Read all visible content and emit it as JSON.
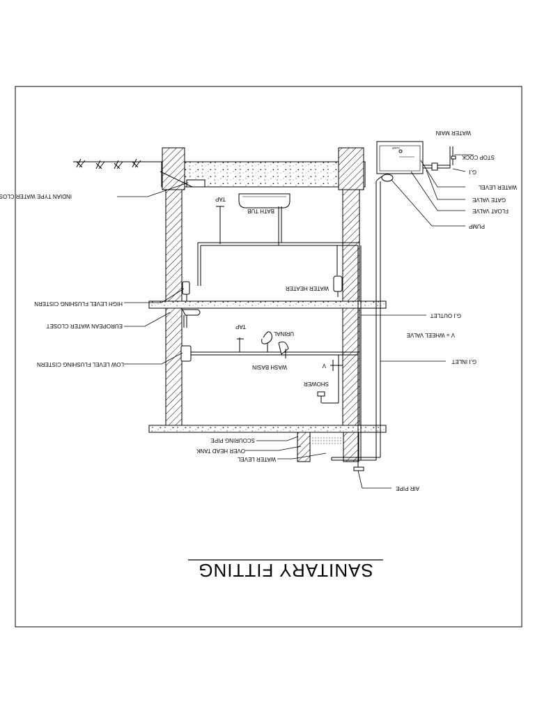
{
  "title": "SANITARY FITTING",
  "labels": {
    "indian_wc": "INDIAN TYPE WATER CLOSET",
    "tap_top": "TAP",
    "bath_tub": "BATH TUB",
    "water_heater": "WATER HEATER",
    "high_cistern": "HIGH LEVEL FLUSHING CISTERN",
    "european_wc": "EUROPEAN WATER CLOSET",
    "tap_mid": "TAP",
    "urinal": "URINAL",
    "low_cistern": "LOW LEVEL FLUSHING CISTERN",
    "wash_basin": "WASH BASIN",
    "v": "V",
    "shower": "SHOWER",
    "scouring_pipe": "SCOURING PIPE",
    "over_head_tank": "OVER HEAD TANK",
    "water_level_bottom": "WATER LEVEL",
    "air_pipe": "AIR PIPE",
    "gi_outlet": "G.I OUTLET",
    "wheel_valve": "V = WHEEL VALVE",
    "gi_inlet": "G.I INLET",
    "water_main": "WATER MAIN",
    "stop_cock": "STOP COCK",
    "gi": "G.I",
    "water_level_top": "WATER LEVEL",
    "gate_valve": "GATE VALVE",
    "float_valve": "FLOAT VALVE",
    "pump": "PUMP",
    "sump_text": "SUMP"
  }
}
